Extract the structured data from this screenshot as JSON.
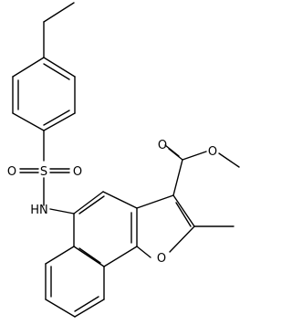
{
  "molecule": {
    "atoms": {
      "sulfur": "S",
      "oxygen_left": "O",
      "oxygen_right": "O",
      "amine": "HN",
      "carbonyl_oxygen": "O",
      "ester_oxygen": "O",
      "furan_oxygen": "O"
    }
  },
  "colors": {
    "bond": "#000000",
    "background": "#ffffff"
  }
}
